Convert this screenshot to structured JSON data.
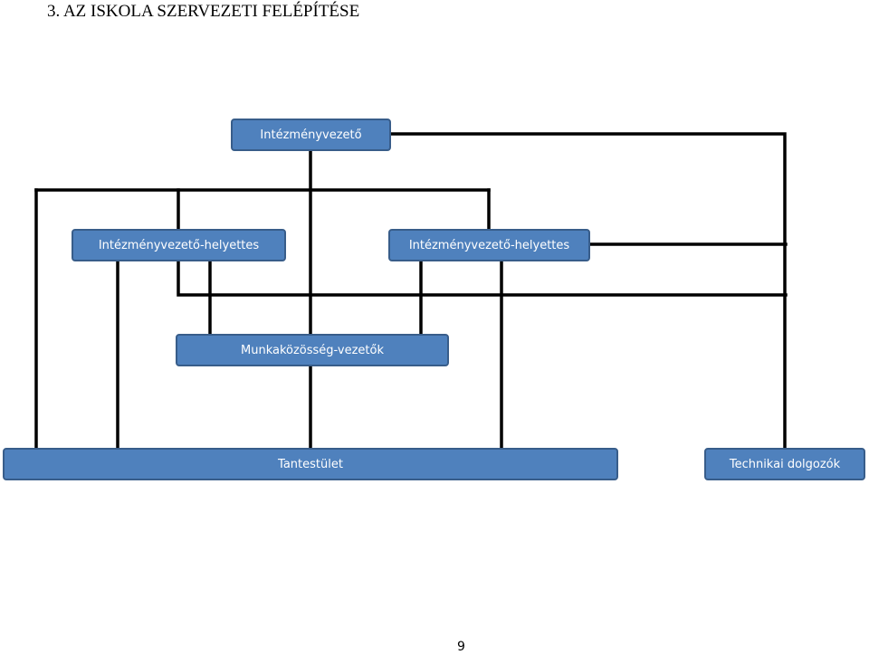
{
  "heading": "3. AZ ISKOLA SZERVEZETI FELÉPÍTÉSE",
  "boxes": {
    "director": "Intézményvezető",
    "deputy_left": "Intézményvezető-helyettes",
    "deputy_right": "Intézményvezető-helyettes",
    "team_leaders": "Munkaközösség-vezetők",
    "staff": "Tantestület",
    "technical": "Technikai dolgozók"
  },
  "colors": {
    "box_fill": "#4f81bd",
    "box_border": "#385d8a",
    "box_text": "#ffffff",
    "connector": "#000000"
  },
  "page_number": "9"
}
